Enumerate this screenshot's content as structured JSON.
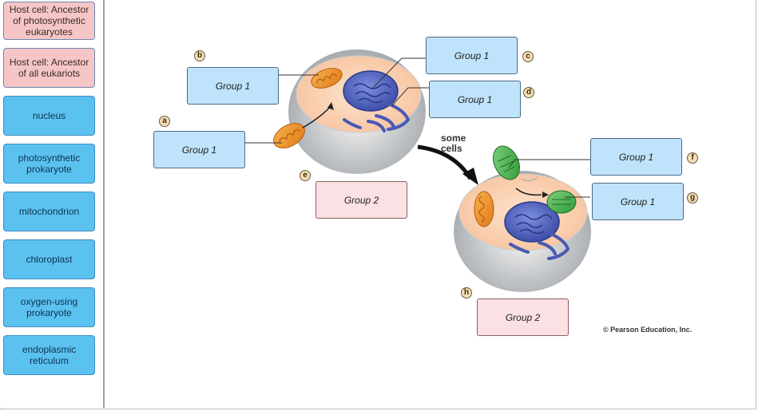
{
  "sidebar": {
    "tiles": [
      {
        "label": "Host cell: Ancestor of photosynthetic eukaryotes",
        "kind": "host"
      },
      {
        "label": "Host cell: Ancestor of all eukariots",
        "kind": "host"
      },
      {
        "label": "nucleus",
        "kind": "blue"
      },
      {
        "label": "photosynthetic prokaryote",
        "kind": "blue"
      },
      {
        "label": "mitochondrion",
        "kind": "blue"
      },
      {
        "label": "chloroplast",
        "kind": "blue"
      },
      {
        "label": "oxygen-using prokaryote",
        "kind": "blue"
      },
      {
        "label": "endoplasmic reticulum",
        "kind": "blue"
      }
    ]
  },
  "diagram": {
    "targets": {
      "a": "Group 1",
      "b": "Group 1",
      "c": "Group 1",
      "d": "Group 1",
      "e": "Group 2",
      "f": "Group 1",
      "g": "Group 1",
      "h": "Group 2"
    },
    "badges": {
      "a": "a",
      "b": "b",
      "c": "c",
      "d": "d",
      "e": "e",
      "f": "f",
      "g": "g",
      "h": "h"
    },
    "arrow_label_line1": "some",
    "arrow_label_line2": "cells",
    "credit": "© Pearson Education, Inc."
  },
  "colors": {
    "host_tile": "#f6c6c6",
    "blue_tile": "#5bc2f0",
    "group1_zone": "#bfe3fa",
    "group2_zone": "#fbe1e3"
  }
}
